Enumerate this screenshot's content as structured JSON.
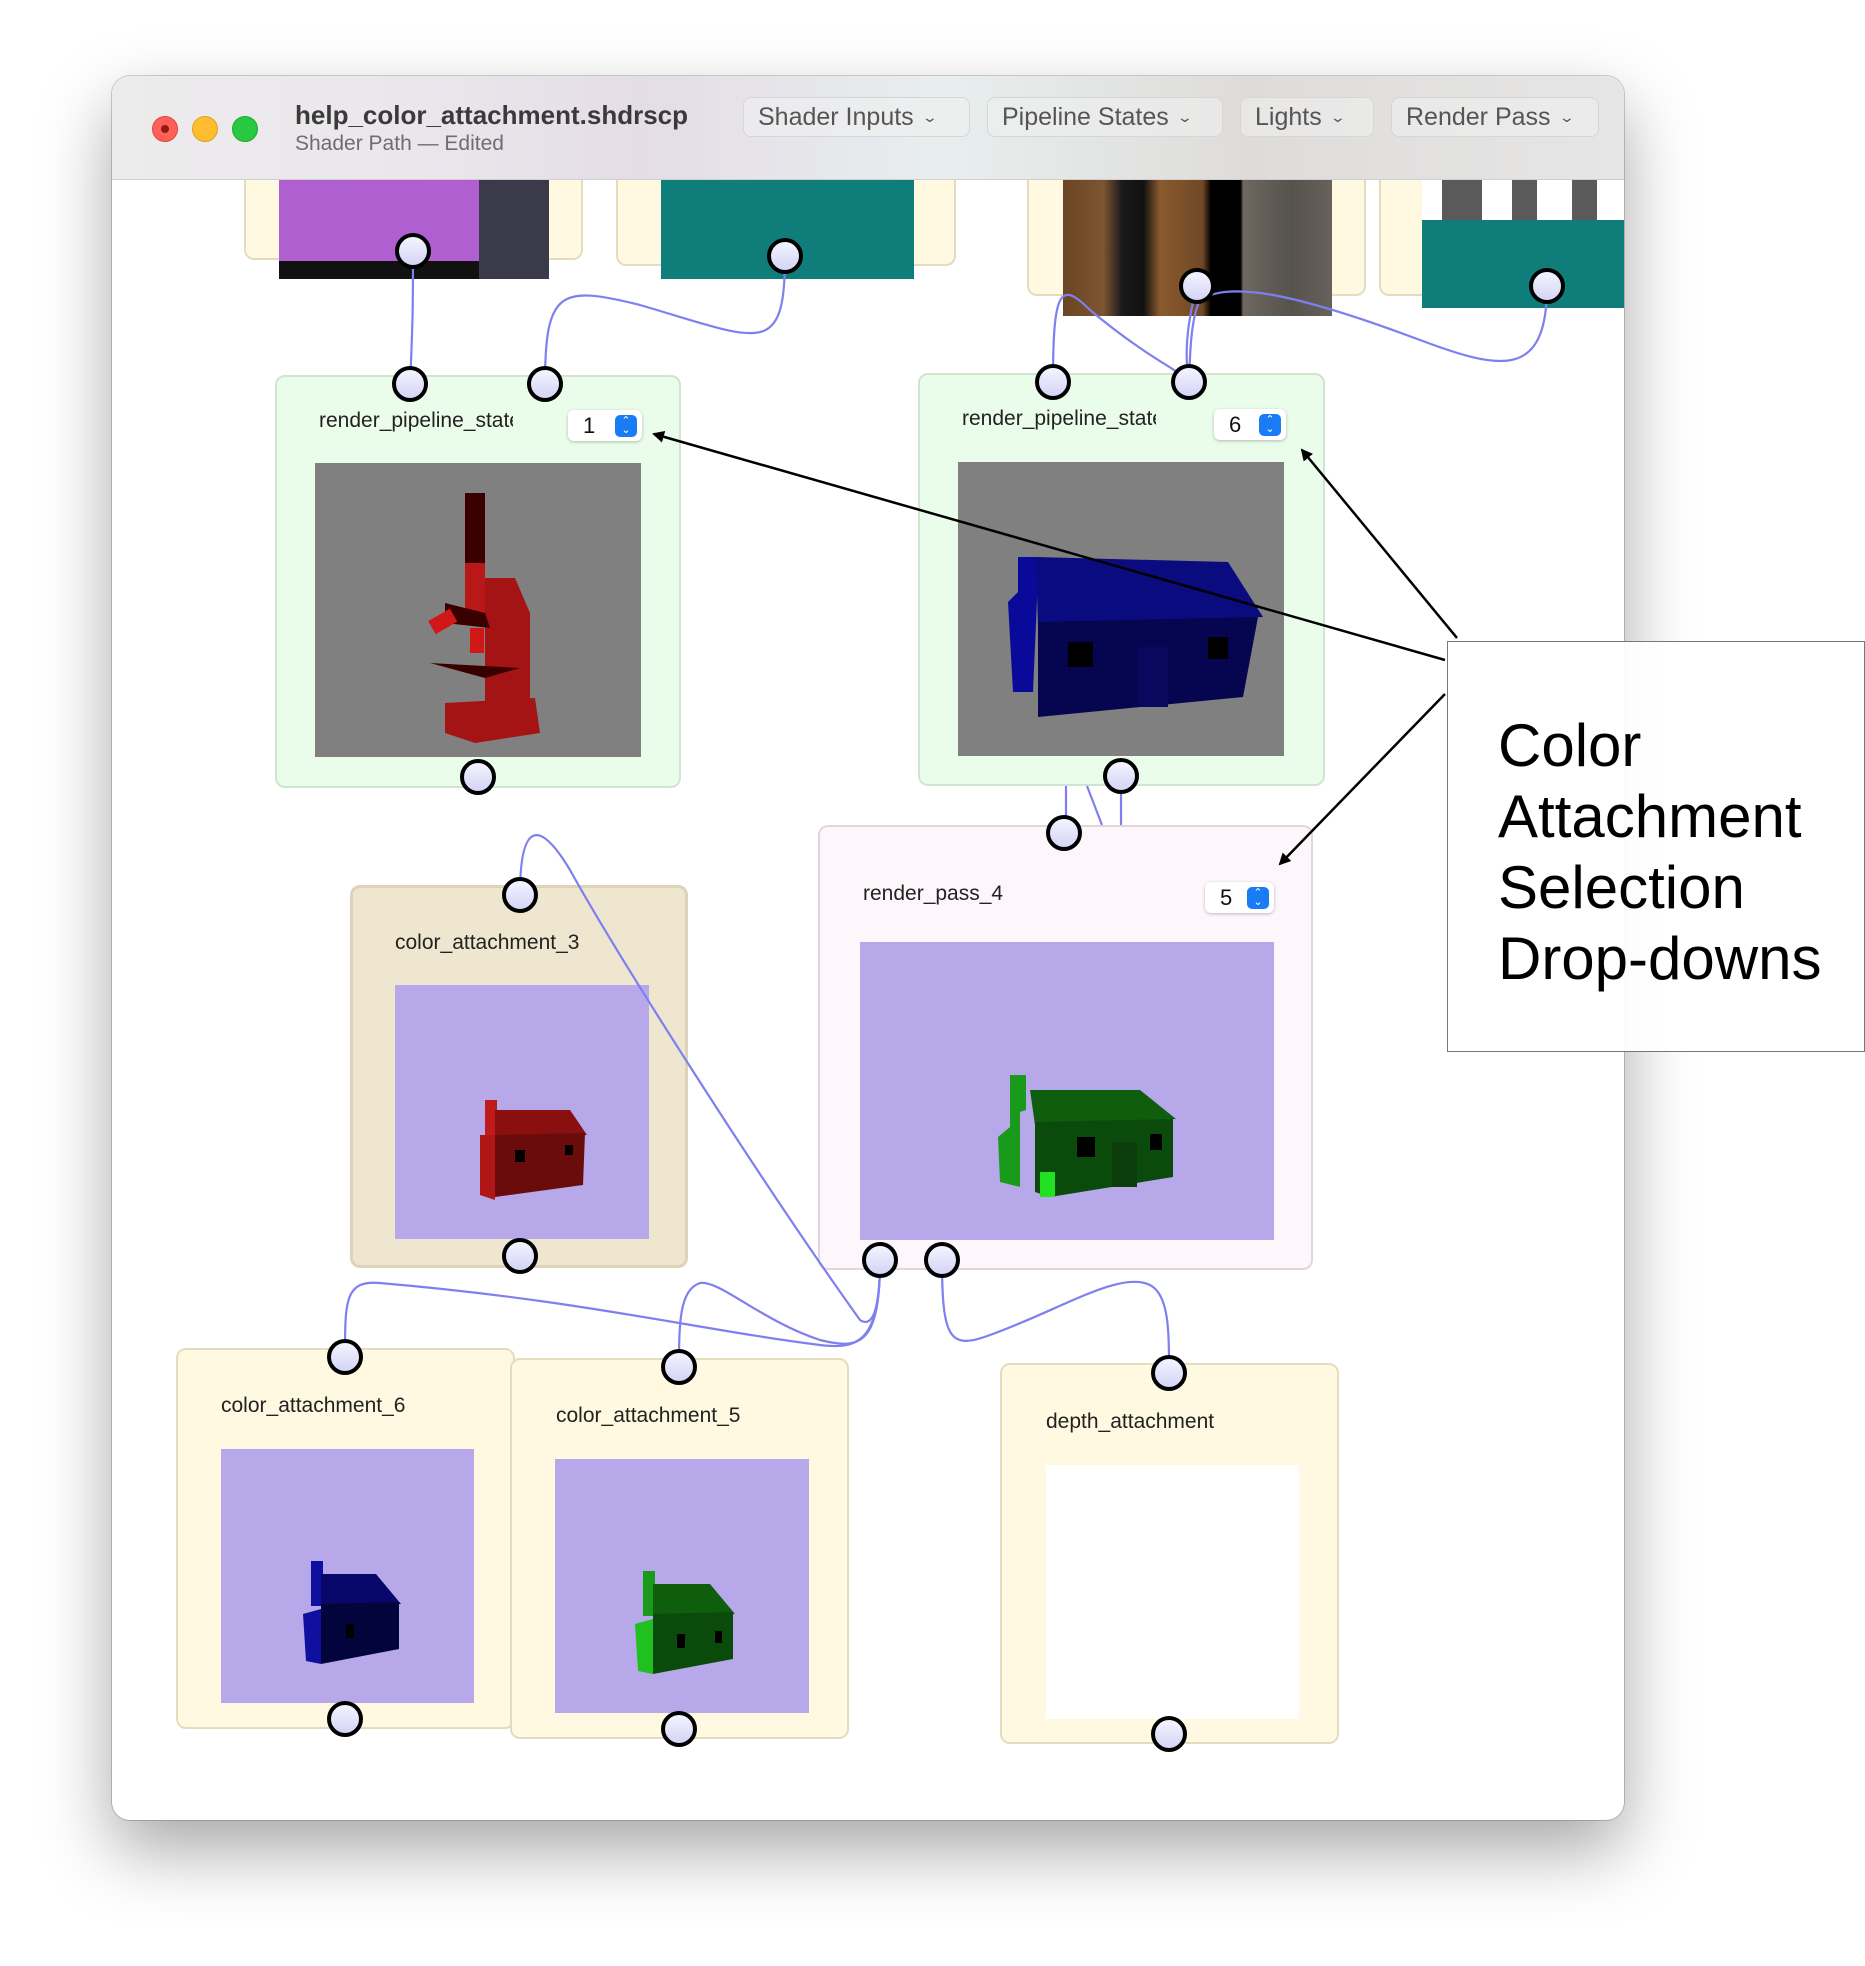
{
  "window": {
    "title": "help_color_attachment.shdrscp",
    "subtitle": "Shader Path — Edited",
    "traffic_lights": [
      "close",
      "minimize",
      "zoom"
    ]
  },
  "toolbar": {
    "buttons": [
      {
        "label": "Shader Inputs",
        "icon": "chevron-down-icon"
      },
      {
        "label": "Pipeline States",
        "icon": "chevron-down-icon"
      },
      {
        "label": "Lights",
        "icon": "chevron-down-icon"
      },
      {
        "label": "Render Pass",
        "icon": "chevron-down-icon"
      }
    ],
    "chevron": "⌄"
  },
  "nodes": {
    "texture_a": {
      "preview": "purple texture"
    },
    "texture_b": {
      "preview": "teal texture"
    },
    "texture_c": {
      "preview": "wood texture"
    },
    "texture_d": {
      "preview": "teal/grey texture"
    },
    "render_pipeline_state_1": {
      "title": "render_pipeline_state",
      "selected_attachment": "1",
      "preview": "red microscope on grey"
    },
    "render_pipeline_state_6": {
      "title": "render_pipeline_state",
      "selected_attachment": "6",
      "preview": "blue house on grey"
    },
    "color_attachment_3": {
      "title": "color_attachment_3",
      "preview": "red house on lavender"
    },
    "render_pass_4": {
      "title": "render_pass_4",
      "selected_attachment": "5",
      "preview": "green house on lavender"
    },
    "color_attachment_6": {
      "title": "color_attachment_6",
      "preview": "blue house on lavender"
    },
    "color_attachment_5": {
      "title": "color_attachment_5",
      "preview": "green house on lavender"
    },
    "depth_attachment": {
      "title": "depth_attachment",
      "preview": "white"
    }
  },
  "stepper_icon": "up-down-chevron-icon",
  "colors": {
    "wire": "#7f7ff0",
    "preview_lavender": "#b7a8ea",
    "preview_grey": "#808080",
    "teal": "#0f7e7a",
    "purple": "#b05fd0",
    "accent_blue": "#1a7cf5"
  },
  "annotation": {
    "lines": [
      "Color",
      "Attachment",
      "Selection",
      "Drop-downs"
    ]
  }
}
